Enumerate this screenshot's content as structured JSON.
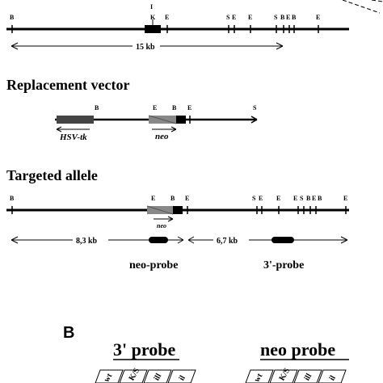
{
  "genomic": {
    "top_marker": "I",
    "sites": [
      "B",
      "K",
      "E",
      "S",
      "E",
      "E",
      "S",
      "B",
      "E",
      "B",
      "E"
    ],
    "distance": "15 kb"
  },
  "replacement_vector": {
    "title": "Replacement vector",
    "sites": [
      "B",
      "E",
      "B",
      "E",
      "S"
    ],
    "hsv_tk": "HSV-tk",
    "neo": "neo"
  },
  "targeted_allele": {
    "title": "Targeted allele",
    "sites": [
      "B",
      "E",
      "B",
      "E",
      "S",
      "E",
      "E",
      "E",
      "S",
      "B",
      "E",
      "B",
      "E"
    ],
    "neo": "neo",
    "left_distance": "8,3 kb",
    "right_distance": "6,7 kb",
    "neo_probe": "neo-probe",
    "three_probe": "3'-probe"
  },
  "panel_b": {
    "label": "B",
    "probe1": "3' probe",
    "probe2": "neo probe",
    "lane_labels": [
      "wt",
      "K/S",
      "ill",
      "il"
    ]
  }
}
